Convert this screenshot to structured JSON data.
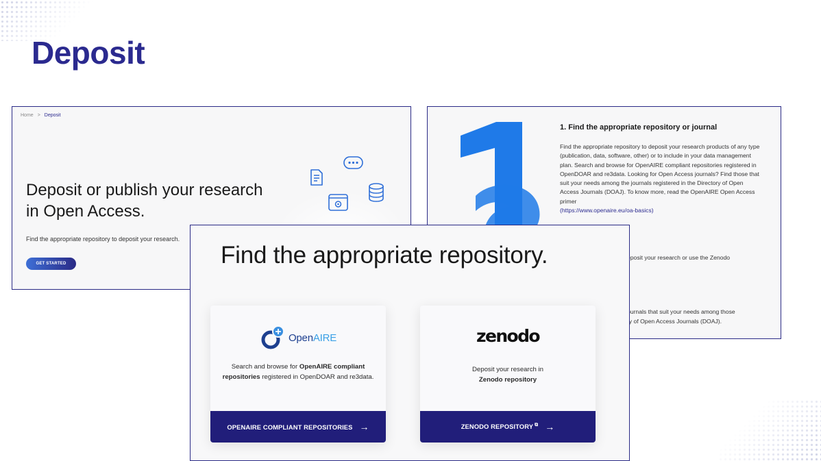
{
  "slide": {
    "title": "Deposit"
  },
  "panel1": {
    "breadcrumb": {
      "home": "Home",
      "separator": ">",
      "current": "Deposit"
    },
    "hero_title": "Deposit or publish your research in Open Access.",
    "subtitle": "Find the appropriate repository to deposit your research.",
    "get_started_label": "GET STARTED",
    "icons": [
      "document-icon",
      "chat-bubble-icon",
      "database-icon",
      "settings-window-icon"
    ]
  },
  "panel2": {
    "step_number": "1",
    "step_title": "1. Find the appropriate repository or journal",
    "step_body": "Find the appropriate repository to deposit your research products of any type (publication, data, software, other) or to include in your data management plan. Search and browse for OpenAIRE compliant repositories registered in OpenDOAR and re3data. Looking for Open Access journals? Find those that suit your needs among the journals registered in the Directory of Open Access Journals (DOAJ). To know more, read the OpenAIRE Open Access primer",
    "step_link": "(https://www.openaire.eu/oa-basics)",
    "fragment_1": "eposit your research or use the Zenodo",
    "fragment_2": "ournals that suit your needs among those",
    "fragment_3": "ry of Open Access Journals (DOAJ)."
  },
  "panel3": {
    "title": "Find the appropriate repository.",
    "cards": [
      {
        "logo_text_open": "Open",
        "logo_text_aire": "AIRE",
        "desc_pre": "Search and browse for ",
        "desc_bold": "OpenAIRE compliant repositories",
        "desc_post": " registered in OpenDOAR and re3data.",
        "button_label": "OPENAIRE COMPLIANT REPOSITORIES",
        "arrow": "→"
      },
      {
        "logo_text": "zenodo",
        "desc_pre": "Deposit your research in",
        "desc_bold": "Zenodo repository",
        "button_label": "ZENODO REPOSITORY",
        "external_mark": "⧉",
        "arrow": "→"
      }
    ]
  },
  "colors": {
    "brand_navy": "#2b2a8f",
    "button_navy": "#211e7a",
    "accent_blue": "#1f7ae8"
  }
}
